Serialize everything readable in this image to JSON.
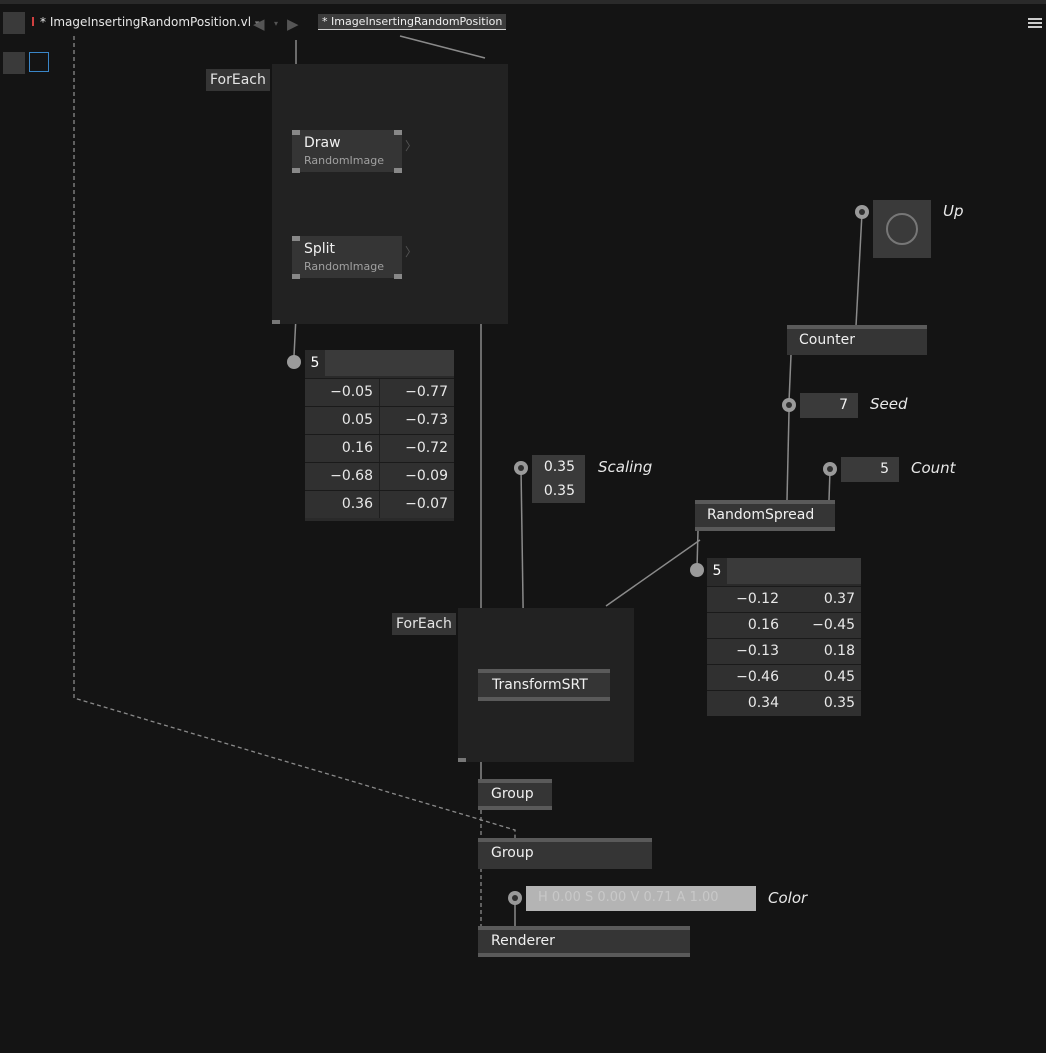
{
  "tab": {
    "title": "* ImageInsertingRandomPosition.vl",
    "dropdown_icon": "chevron-down-icon"
  },
  "path": {
    "label": "* ImageInsertingRandomPosition"
  },
  "menu_icon": "hamburger-icon",
  "regions": {
    "foreach_top": "ForEach",
    "foreach_bottom": "ForEach"
  },
  "nodes": {
    "draw": {
      "title": "Draw",
      "category": "RandomImage"
    },
    "split": {
      "title": "Split",
      "category": "RandomImage"
    },
    "counter": {
      "title": "Counter"
    },
    "random_spread": {
      "title": "RandomSpread"
    },
    "transform_srt": {
      "title": "TransformSRT"
    },
    "group1": {
      "title": "Group"
    },
    "group2": {
      "title": "Group"
    },
    "renderer": {
      "title": "Renderer"
    }
  },
  "iobox": {
    "up_label": "Up",
    "seed_value": "7",
    "seed_label": "Seed",
    "count_value": "5",
    "count_label": "Count",
    "scaling_x": "0.35",
    "scaling_y": "0.35",
    "scaling_label": "Scaling",
    "color_value": "H 0.00 S 0.00 V 0.71 A 1.00",
    "color_label": "Color",
    "color_hex": "#b4b4b4"
  },
  "spread_left": {
    "count": "5",
    "rows": [
      [
        "−0.05",
        "−0.77"
      ],
      [
        "0.05",
        "−0.73"
      ],
      [
        "0.16",
        "−0.72"
      ],
      [
        "−0.68",
        "−0.09"
      ],
      [
        "0.36",
        "−0.07"
      ]
    ]
  },
  "spread_right": {
    "count": "5",
    "rows": [
      [
        "−0.12",
        "0.37"
      ],
      [
        "0.16",
        "−0.45"
      ],
      [
        "−0.13",
        "0.18"
      ],
      [
        "−0.46",
        "0.45"
      ],
      [
        "0.34",
        "0.35"
      ]
    ]
  }
}
